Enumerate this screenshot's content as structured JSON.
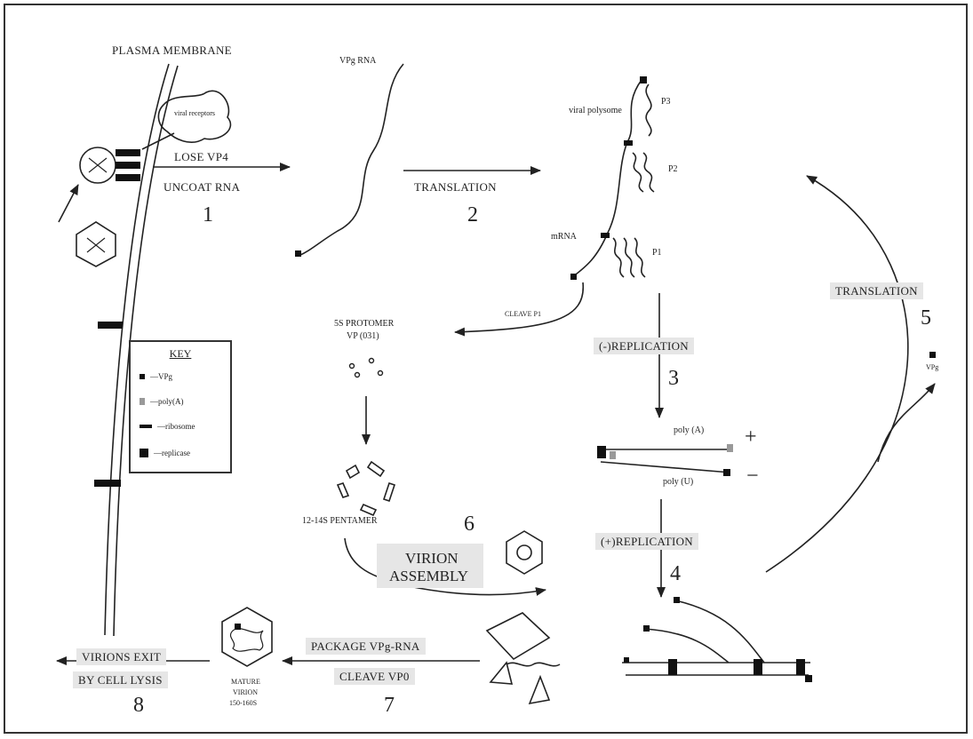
{
  "labels": {
    "plasma_membrane": "PLASMA MEMBRANE",
    "viral_receptors": "viral receptors",
    "lose_vp4": "LOSE VP4",
    "uncoat_rna": "UNCOAT RNA",
    "step1": "1",
    "vpg_rna": "VPg RNA",
    "translation_1": "TRANSLATION",
    "step2": "2",
    "viral_polysome": "viral polysome",
    "p3": "P3",
    "p2": "P2",
    "p1": "P1",
    "mrna": "mRNA",
    "cleave_p1": "CLEAVE P1",
    "protomer": "5S PROTOMER",
    "vp031": "VP (031)",
    "neg_replication": "(-)REPLICATION",
    "step3": "3",
    "poly_a": "poly (A)",
    "poly_u": "poly (U)",
    "plus": "+",
    "minus": "−",
    "translation_5": "TRANSLATION",
    "step5": "5",
    "vpg": "VPg",
    "pentamer": "12-14S PENTAMER",
    "step6": "6",
    "virion": "VIRION",
    "assembly": "ASSEMBLY",
    "pos_replication": "(+)REPLICATION",
    "step4": "4",
    "package": "PACKAGE VPg-RNA",
    "cleave_vp0": "CLEAVE VP0",
    "step7": "7",
    "mature": "MATURE",
    "virion_small": "VIRION",
    "s150": "150-160S",
    "virions_exit": "VIRIONS EXIT",
    "by_cell_lysis": "BY CELL LYSIS",
    "step8": "8"
  },
  "key": {
    "title": "KEY",
    "items": [
      "—VPg",
      "—poly(A)",
      "—ribosome",
      "—replicase"
    ]
  }
}
